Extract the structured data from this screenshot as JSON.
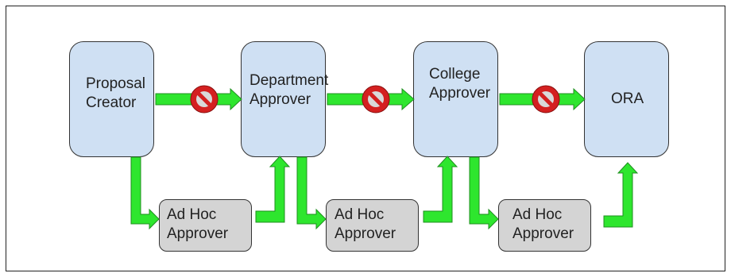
{
  "nodes": {
    "proposal_creator": "Proposal\nCreator",
    "department_approver": "Department\nApprover",
    "college_approver": "College\nApprover",
    "ora": "ORA",
    "ad_hoc_1": "Ad Hoc\nApprover",
    "ad_hoc_2": "Ad Hoc\nApprover",
    "ad_hoc_3": "Ad Hoc\nApprover"
  },
  "colors": {
    "main_fill": "#cfe0f3",
    "adhoc_fill": "#d4d4d4",
    "arrow_green": "#2ee62e",
    "blocked_red": "#d42020"
  },
  "icons": {
    "blocked": "no-entry-icon",
    "flow": "arrow-icon"
  }
}
